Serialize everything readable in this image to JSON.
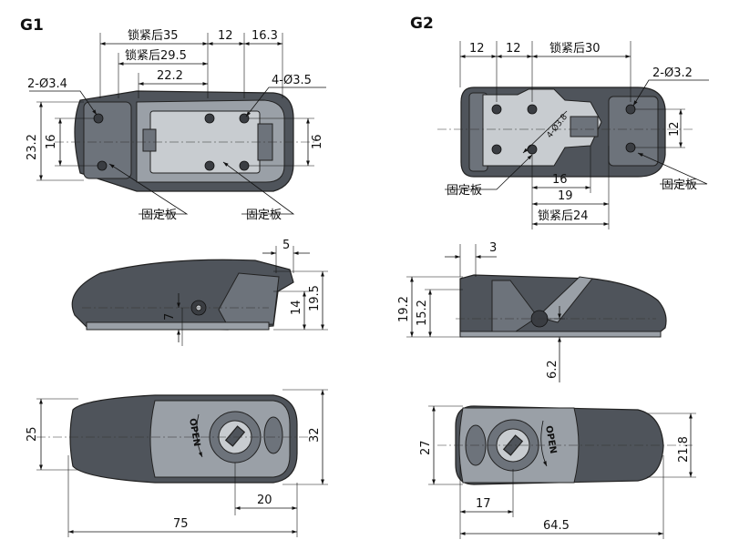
{
  "panels": {
    "g1": {
      "label": "G1",
      "top_view": {
        "dims": {
          "locked_35": "锁紧后35",
          "d12": "12",
          "d16_3": "16.3",
          "locked_29_5": "锁紧后29.5",
          "d22_2": "22.2",
          "holes_left": "2-Ø3.4",
          "holes_right": "4-Ø3.5",
          "h23_2": "23.2",
          "h16_left": "16",
          "h16_right": "16"
        },
        "callouts": {
          "plate_left": "固定板",
          "plate_right": "固定板"
        }
      },
      "side_view": {
        "dims": {
          "d5": "5",
          "d14": "14",
          "d19_5": "19.5",
          "d7": "7"
        }
      },
      "bottom_view": {
        "open_text": "OPEN",
        "dims": {
          "h25": "25",
          "h32": "32",
          "d20": "20",
          "d75": "75"
        }
      }
    },
    "g2": {
      "label": "G2",
      "top_view": {
        "dims": {
          "d12a": "12",
          "d12b": "12",
          "locked_30": "锁紧后30",
          "holes_right": "2-Ø3.2",
          "holes_inner": "4-Ø3.8",
          "h12": "12",
          "d16": "16",
          "d19": "19",
          "locked_24": "锁紧后24"
        },
        "callouts": {
          "plate_left": "固定板",
          "plate_right": "固定板"
        }
      },
      "side_view": {
        "dims": {
          "d3": "3",
          "h19_2": "19.2",
          "h15_2": "15.2",
          "d6_2": "6.2"
        }
      },
      "bottom_view": {
        "open_text": "OPEN",
        "dims": {
          "h27": "27",
          "h21_8": "21.8",
          "d17": "17",
          "d64_5": "64.5"
        }
      }
    }
  },
  "colors": {
    "metal_dark": "#4f545b",
    "metal_mid": "#6d737b",
    "plate": "#c8ccd0",
    "line": "#111111"
  }
}
